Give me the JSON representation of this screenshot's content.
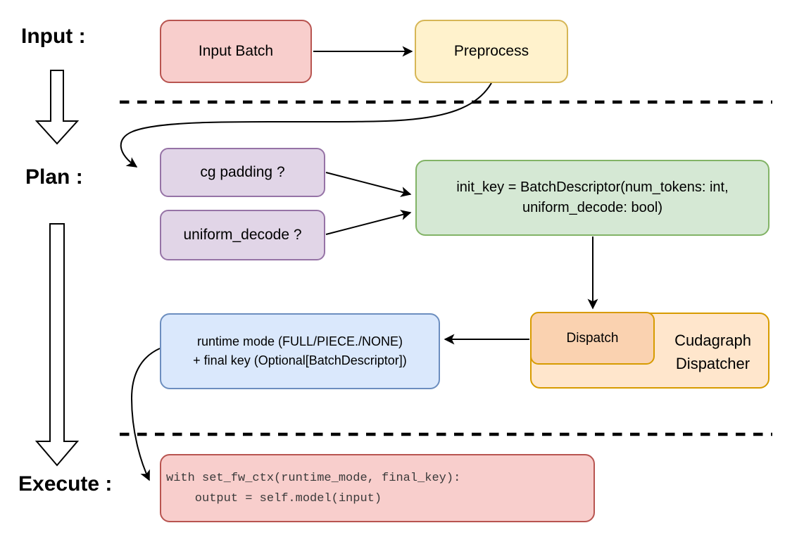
{
  "diagram": {
    "stages": {
      "input_label": "Input :",
      "plan_label": "Plan :",
      "execute_label": "Execute :"
    },
    "nodes": {
      "input_batch": {
        "label": "Input Batch",
        "fill": "#f8cecc",
        "stroke": "#b85450"
      },
      "preprocess": {
        "label": "Preprocess",
        "fill": "#fff2cc",
        "stroke": "#d6b656"
      },
      "cg_padding": {
        "label": "cg padding ?",
        "fill": "#e1d5e7",
        "stroke": "#9673a6"
      },
      "uniform_decode": {
        "label": "uniform_decode ?",
        "fill": "#e1d5e7",
        "stroke": "#9673a6"
      },
      "init_key": {
        "line1": "init_key = BatchDescriptor(num_tokens: int,",
        "line2": "uniform_decode: bool)",
        "fill": "#d5e8d4",
        "stroke": "#82b366"
      },
      "cudagraph_dispatcher": {
        "line1": "Cudagraph",
        "line2": "Dispatcher",
        "fill": "#ffe6cc",
        "stroke": "#d79b00"
      },
      "dispatch": {
        "label": "Dispatch",
        "fill": "#fad2b0",
        "stroke": "#d79b00"
      },
      "runtime_mode": {
        "line1": "runtime mode (FULL/PIECE./NONE)",
        "line2": "+ final key (Optional[BatchDescriptor])",
        "fill": "#dae8fc",
        "stroke": "#6c8ebf"
      },
      "execute_code": {
        "line1": "with set_fw_ctx(runtime_mode, final_key):",
        "line2": "    output = self.model(input)",
        "fill": "#f8cecc",
        "stroke": "#b85450"
      }
    },
    "arrow_color": "#000000"
  }
}
